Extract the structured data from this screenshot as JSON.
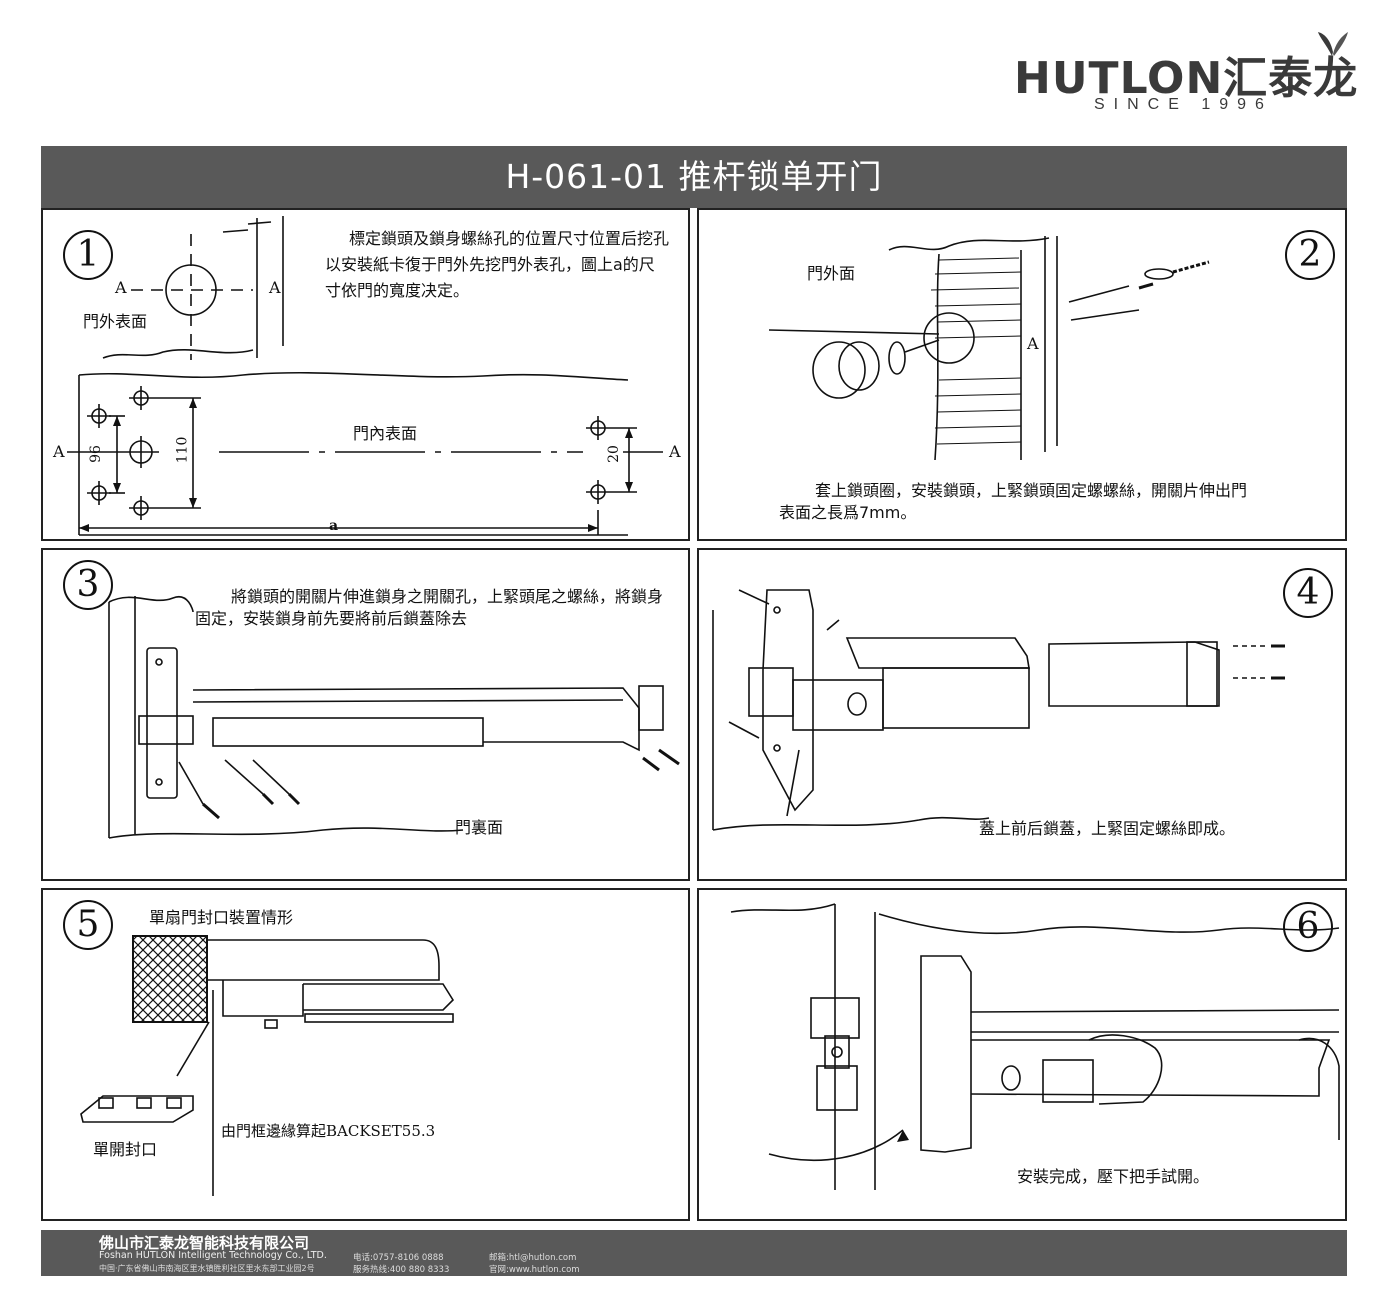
{
  "brand": {
    "wordmark": "HUTLON汇泰龙",
    "since": "SINCE 1996",
    "color": "#3a3a3a"
  },
  "title": "H-061-01  推杆锁单开门",
  "steps": [
    {
      "number": "1",
      "text": "標定鎖頭及鎖身螺絲孔的位置尺寸位置后挖孔以安裝紙卡復于門外先挖門外表孔，圖上a的尺寸依門的寬度决定。",
      "labels": {
        "outer_surface": "門外表面",
        "inner_surface": "門內表面",
        "a_left": "A",
        "a_right": "A",
        "a_left2": "A",
        "a_right2": "A",
        "dim_96": "96",
        "dim_110": "110",
        "dim_20": "20",
        "dim_a": "a"
      }
    },
    {
      "number": "2",
      "text": "套上鎖頭圈，安裝鎖頭，上緊鎖頭固定螺螺絲，開關片伸出門表面之長爲7mm。",
      "labels": {
        "outside": "門外面",
        "a": "A"
      }
    },
    {
      "number": "3",
      "text": "將鎖頭的開關片伸進鎖身之開關孔，上緊頭尾之螺絲，將鎖身固定，安裝鎖身前先要將前后鎖蓋除去",
      "labels": {
        "back": "門裏面"
      }
    },
    {
      "number": "4",
      "text": "蓋上前后鎖蓋，上緊固定螺絲即成。"
    },
    {
      "number": "5",
      "labels": {
        "heading": "單扇門封口裝置情形",
        "strike": "單開封口",
        "backset": "由門框邊緣算起BACKSET55.3"
      }
    },
    {
      "number": "6",
      "text": "安裝完成，壓下把手試開。"
    }
  ],
  "footer": {
    "company_cn": "佛山市汇泰龙智能科技有限公司",
    "company_en": "Foshan HUTLON Intelligent Technology Co., LTD.",
    "address": "中国·广东省佛山市南海区里水镇胜利社区里水东部工业园2号",
    "phone": "电话:0757-8106 0888",
    "hotline": "服务热线:400 880 8333",
    "email": "邮箱:htl@hutlon.com",
    "website": "官网:www.hutlon.com"
  },
  "colors": {
    "bar": "#595959",
    "text": "#111111"
  }
}
